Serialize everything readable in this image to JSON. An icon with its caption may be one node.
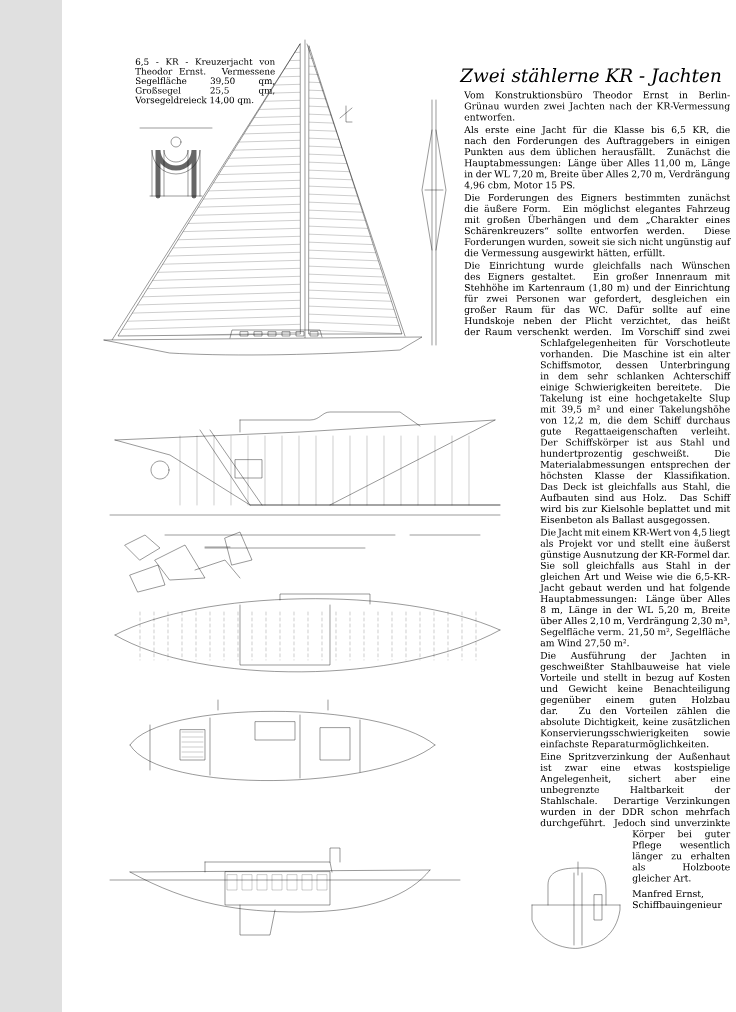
{
  "diagram": {
    "title": "Zwei stählerne KR - Jachten",
    "caption": "6,5 - KR - Kreuzerjacht von Theodor Ernst. Vermessene Segelfläche 39,50 qm, Großsegel 25,5 qm, Vorsegeldreieck 14,00 qm.",
    "labels": [
      "Vom Konstruktionsbüro Theodor Ernst in Berlin-Grünau wurden zwei Jachten nach der KR-Vermessung entworfen.",
      "Als erste eine Jacht für die Klasse bis 6,5 KR, die nach den Forderungen des Auftraggebers in einigen Punkten aus dem üblichen herausfällt. Zunächst die Hauptabmessungen: Länge über Alles 11,00 m, Länge in der WL 7,20 m, Breite über Alles 2,70 m, Verdrängung 4,96 cbm, Motor 15 PS.",
      "Die Forderungen des Eigners bestimmten zunächst die äußere Form. Ein möglichst elegantes Fahrzeug mit großen Überhängen und dem „Charakter eines Schärenkreuzers“ sollte entworfen werden. Diese Forderungen wurden, soweit sie sich nicht ungünstig auf die Vermessung ausgewirkt hätten, erfüllt.",
      "Die Einrichtung wurde gleichfalls nach Wünschen des Eigners gestaltet. Ein großer Innenraum mit Stehhöhe im Kartenraum (1,80 m) und der Einrichtung für zwei Personen war gefordert, desgleichen ein großer Raum für das WC. Dafür sollte auf eine Hundskoje neben der Plicht verzichtet, das heißt der Raum verschenkt werden. Im Vorschiff sind zwei Schlafgelegenheiten für Vorschotleute vorhanden. Die Maschine ist ein alter Schiffsmotor, dessen Unterbringung in dem sehr schlanken Achterschiff einige Schwierigkeiten bereitete. Die Takelung ist eine hochgetakelte Slup mit 39,5 m² und einer Takelungshöhe von 12,2 m, die dem Schiff durchaus gute Regattaeigenschaften verleiht. Der Schiffskörper ist aus Stahl und hundertprozentig geschweißt. Die Materialabmessungen entsprechen der höchsten Klasse der Klassifikation. Das Deck ist gleichfalls aus Stahl, die Aufbauten sind aus Holz. Das Schiff wird bis zur Kielsohle beplattet und mit Eisenbeton als Ballast ausgegossen.",
      "Die Jacht mit einem KR-Wert von 4,5 liegt als Projekt vor und stellt eine äußerst günstige Ausnutzung der KR-Formel dar. Sie soll gleichfalls aus Stahl in der gleichen Art und Weise wie die 6,5-KR-Jacht gebaut werden und hat folgende Hauptabmessungen: Länge über Alles 8 m, Länge in der WL 5,20 m, Breite über Alles 2,10 m, Verdrängung 2,30 m³, Segelfläche verm. 21,50 m², Segelfläche am Wind 27,50 m².",
      "Die Ausführung der Jachten in geschweißter Stahlbauweise hat viele Vorteile und stellt in bezug auf Kosten und Gewicht keine Benachteiligung gegenüber einem guten Holzbau dar. Zu den Vorteilen zählen die absolute Dichtigkeit, keine zusätzlichen Konservierungsschwierigkeiten sowie einfachste Reparaturmöglichkeiten.",
      "Eine Spritzverzinkung der Außenhaut ist zwar eine etwas kostspielige Angelegenheit, sichert aber eine unbegrenzte Haltbarkeit der Stahlschale. Derartige Verzinkungen wurden in der DDR schon mehrfach durchgeführt. Jedoch sind unverzinkte Körper bei guter Pflege wesentlich länger zu erhalten als Holzboote gleicher Art.",
      "Manfred Ernst,",
      "Schiffbauingenieur"
    ]
  }
}
